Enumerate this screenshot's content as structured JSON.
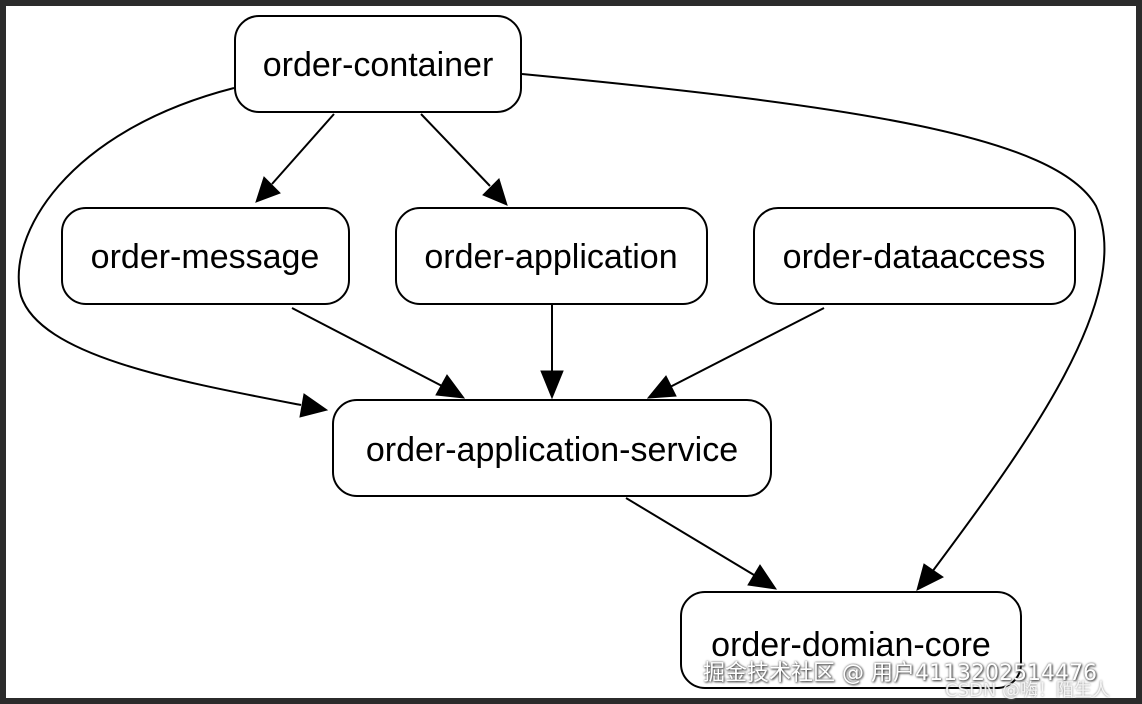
{
  "diagram": {
    "nodes": [
      {
        "id": "container",
        "label": "order-container"
      },
      {
        "id": "message",
        "label": "order-message"
      },
      {
        "id": "application",
        "label": "order-application"
      },
      {
        "id": "dataaccess",
        "label": "order-dataaccess"
      },
      {
        "id": "service",
        "label": "order-application-service"
      },
      {
        "id": "core",
        "label": "order-domian-core"
      }
    ],
    "edges": [
      {
        "from": "container",
        "to": "message"
      },
      {
        "from": "container",
        "to": "application"
      },
      {
        "from": "container",
        "to": "service"
      },
      {
        "from": "container",
        "to": "core"
      },
      {
        "from": "message",
        "to": "service"
      },
      {
        "from": "application",
        "to": "service"
      },
      {
        "from": "dataaccess",
        "to": "service"
      },
      {
        "from": "service",
        "to": "core"
      }
    ]
  },
  "watermark": {
    "main": "掘金技术社区 @ 用户4113202514476",
    "sub": "CSDN @嗨！陌生人"
  },
  "colors": {
    "frame": "#2b2b2b",
    "background": "#ffffff",
    "stroke": "#000000"
  }
}
